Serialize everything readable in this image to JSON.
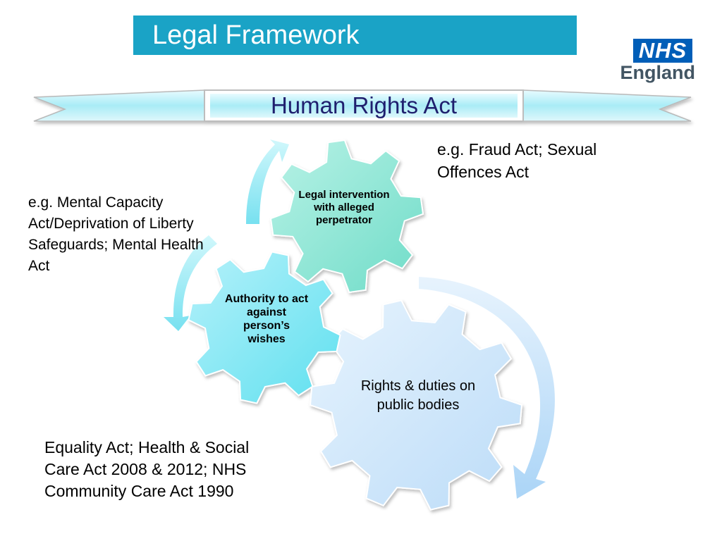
{
  "slide": {
    "title": "Legal Framework",
    "banner_text": "Human Rights Act",
    "logo": {
      "badge": "NHS",
      "sub": "England",
      "badge_color": "#005eb8"
    }
  },
  "gears": {
    "legal": "Legal intervention with alleged perpetrator",
    "authority": "Authority to act against person’s wishes",
    "rights": "Rights & duties on public bodies"
  },
  "notes": {
    "fraud": "e.g. Fraud Act; Sexual Offences Act",
    "mca": "e.g. Mental Capacity Act/Deprivation of Liberty Safeguards; Mental Health Act",
    "equality": "Equality Act; Health & Social Care Act 2008 & 2012; NHS Community Care Act 1990"
  },
  "colors": {
    "title_bar": "#1aa3c6",
    "banner_text": "#1f1f6e",
    "gear_teal": "#8be8d8",
    "gear_cyan": "#8ee8f4",
    "gear_blue": "#cfe6fb"
  }
}
